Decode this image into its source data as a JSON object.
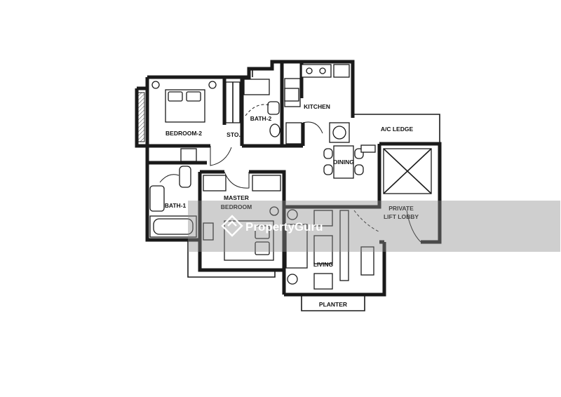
{
  "rooms": {
    "bedroom2": "BEDROOM-2",
    "bath2": "BATH-2",
    "kitchen": "KITCHEN",
    "ac_ledge": "A/C LEDGE",
    "store": "STO.",
    "dining": "DINING",
    "bath1": "BATH-1",
    "master_line1": "MASTER",
    "master_line2": "BEDROOM",
    "lift_line1": "PRIVATE",
    "lift_line2": "LIFT LOBBY",
    "living": "LIVING",
    "planter": "PLANTER"
  },
  "watermark": {
    "brand": "PropertyGuru"
  },
  "colors": {
    "wall": "#1a1a1a",
    "watermark_band": "#8c8c8c"
  },
  "icons": [
    "propertyguru-logo-icon"
  ]
}
